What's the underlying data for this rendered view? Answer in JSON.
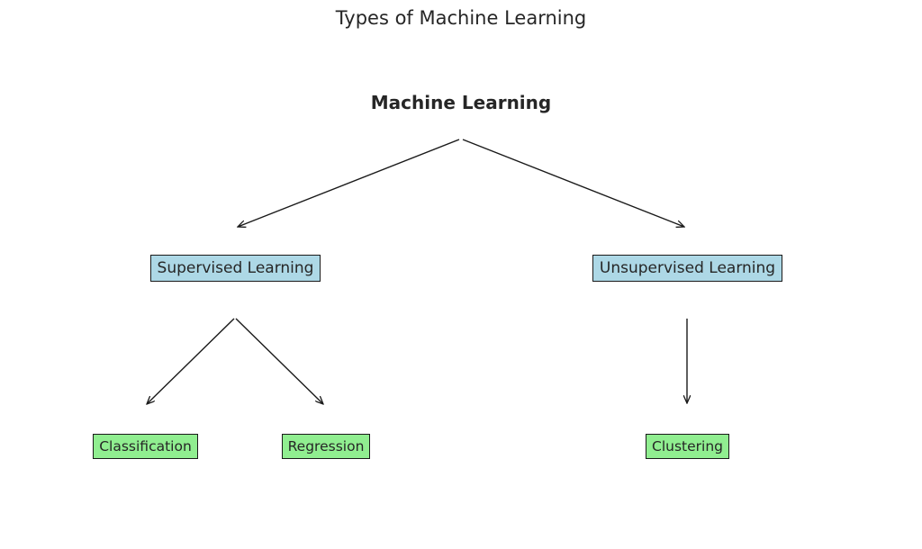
{
  "title": "Types of Machine Learning",
  "root": {
    "label": "Machine Learning"
  },
  "categories": [
    {
      "label": "Supervised Learning",
      "color": "#add8e6",
      "children": [
        {
          "label": "Classification",
          "color": "#90ee90"
        },
        {
          "label": "Regression",
          "color": "#90ee90"
        }
      ]
    },
    {
      "label": "Unsupervised Learning",
      "color": "#add8e6",
      "children": [
        {
          "label": "Clustering",
          "color": "#90ee90"
        }
      ]
    }
  ],
  "colors": {
    "category_fill": "#add8e6",
    "leaf_fill": "#90ee90",
    "edge": "#1a1a1a",
    "text": "#262626"
  }
}
